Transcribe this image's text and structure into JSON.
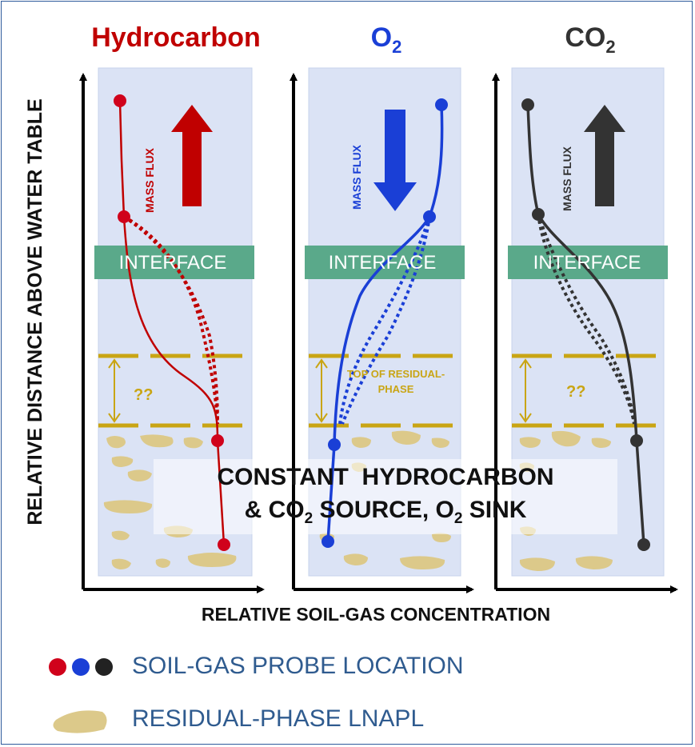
{
  "panels": [
    {
      "title": "Hydrocarbon",
      "color": "#c00000",
      "flux_direction": "up"
    },
    {
      "title": "O",
      "title_sub": "2",
      "color": "#0a3fd6",
      "flux_direction": "down"
    },
    {
      "title": "CO",
      "title_sub": "2",
      "color": "#333333",
      "flux_direction": "up"
    }
  ],
  "mass_flux_label": "MASS FLUX",
  "interface_label": "INTERFACE",
  "unknown_label": "??",
  "residual_top_label_line1": "TOP OF RESIDUAL-",
  "residual_top_label_line2": "PHASE",
  "y_axis_label": "RELATIVE DISTANCE ABOVE WATER TABLE",
  "x_axis_label": "RELATIVE SOIL-GAS CONCENTRATION",
  "center_banner": {
    "line1": "CONSTANT  HYDROCARBON",
    "line2_a": "& CO",
    "line2_sub": "2",
    "line2_b": " SOURCE, O",
    "line2_sub2": "2",
    "line2_c": " SINK"
  },
  "legend": {
    "probe_label": "SOIL-GAS PROBE LOCATION",
    "lnapl_label": "RESIDUAL-PHASE LNAPL",
    "probe_colors": [
      "#d0021b",
      "#1a3fd6",
      "#222222"
    ]
  },
  "colors": {
    "panel_bg": "#dbe3f5",
    "interface": "#5aa98a",
    "dash": "#c9a514",
    "lnapl": "#dcc98a"
  }
}
